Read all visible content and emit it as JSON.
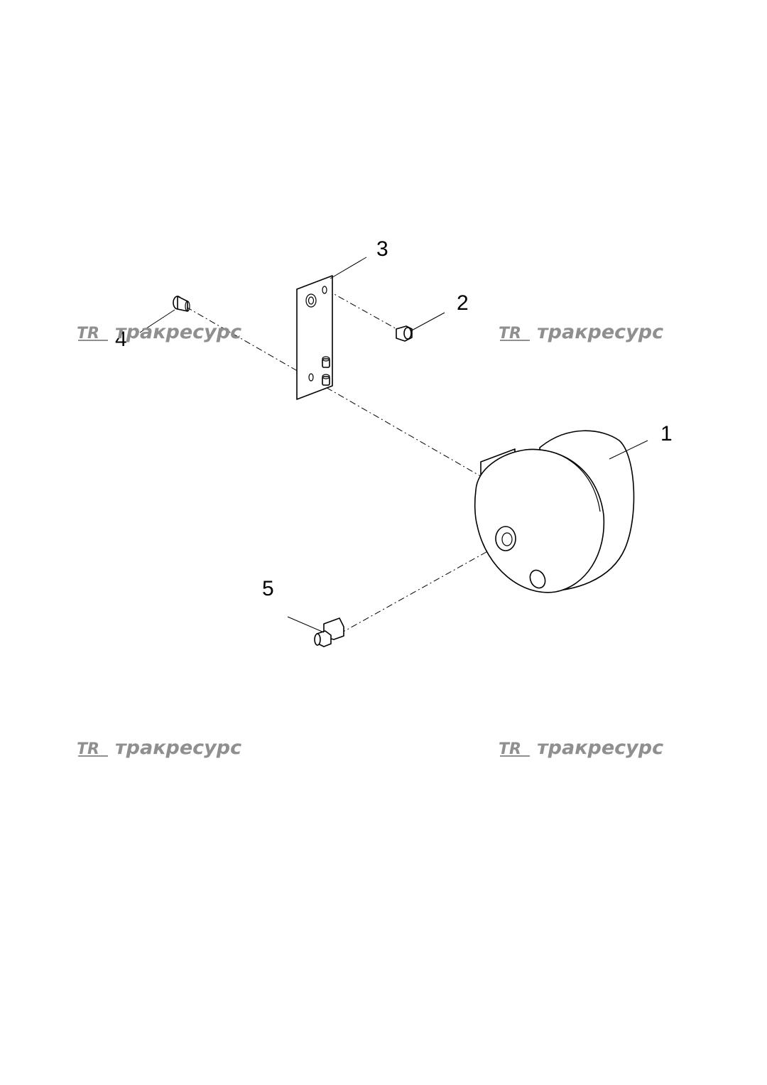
{
  "watermark": {
    "text": "тракресурс",
    "logo_text": "TR",
    "color": "#8f8f8f"
  },
  "callouts": {
    "c1": "1",
    "c2": "2",
    "c3": "3",
    "c4": "4",
    "c5": "5"
  },
  "parts": [
    {
      "item": "1",
      "name": "tank-icon"
    },
    {
      "item": "2",
      "name": "bolt-icon"
    },
    {
      "item": "3",
      "name": "bracket-plate-icon"
    },
    {
      "item": "4",
      "name": "bolt-icon"
    },
    {
      "item": "5",
      "name": "fitting-icon"
    }
  ]
}
